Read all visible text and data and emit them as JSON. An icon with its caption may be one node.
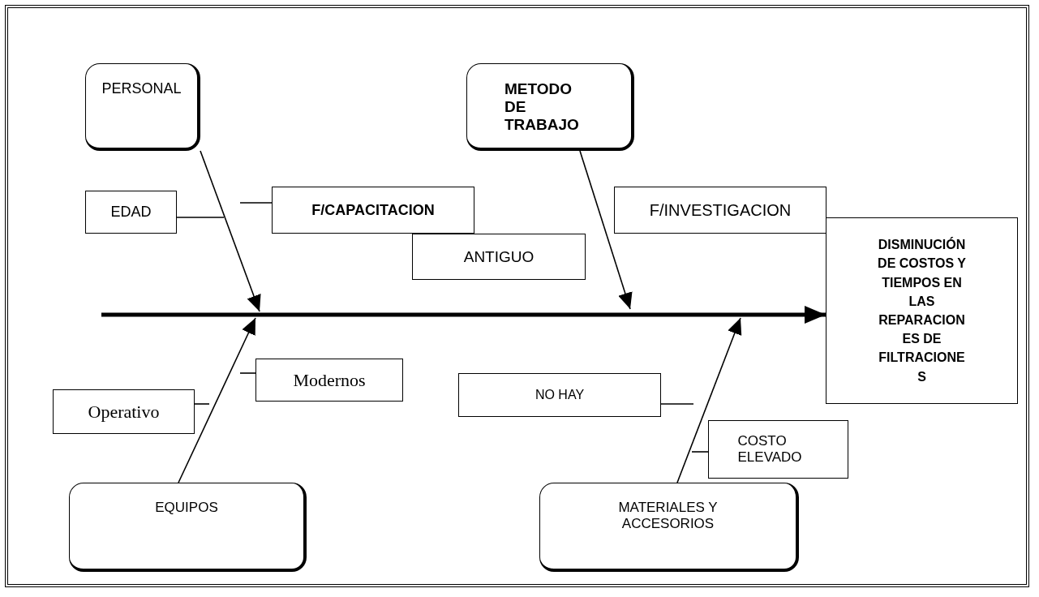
{
  "diagram": {
    "nodes": [
      {
        "text": [
          "PERSONAL"
        ]
      },
      {
        "text": [
          "METODO DE TRABAJO"
        ]
      },
      {
        "text": [
          "EDAD"
        ]
      },
      {
        "text": [
          "F/CAPACITACION"
        ]
      },
      {
        "text": [
          "ANTIGUO"
        ]
      },
      {
        "text": [
          "F/INVESTIGACION"
        ]
      },
      {
        "text": [
          "DISMINUCIÓN DE COSTOS Y TIEMPOS EN LAS REPARACIONES DE FILTRACIONES"
        ]
      },
      {
        "text": [
          "Modernos"
        ]
      },
      {
        "text": [
          "Operativo"
        ]
      },
      {
        "text": [
          "NO HAY"
        ]
      },
      {
        "text": [
          "COSTO ELEVADO"
        ]
      },
      {
        "text": [
          "EQUIPOS"
        ]
      },
      {
        "text": [
          "MATERIALES Y ACCESORIOS"
        ]
      }
    ],
    "edges": [
      {
        "from": null,
        "to": 6,
        "arrow": "to",
        "style": "thick"
      },
      {
        "from": 0,
        "to": null,
        "arrow": "to"
      },
      {
        "from": 1,
        "to": null,
        "arrow": "to"
      },
      {
        "from": 11,
        "to": null,
        "arrow": "to"
      },
      {
        "from": 12,
        "to": null,
        "arrow": "to"
      },
      {
        "from": 2,
        "to": null,
        "arrow": "none"
      },
      {
        "from": 3,
        "to": null,
        "arrow": "none"
      },
      {
        "from": 7,
        "to": null,
        "arrow": "none"
      },
      {
        "from": 8,
        "to": null,
        "arrow": "none"
      },
      {
        "from": 9,
        "to": null,
        "arrow": "none"
      },
      {
        "from": 10,
        "to": null,
        "arrow": "none"
      }
    ]
  }
}
